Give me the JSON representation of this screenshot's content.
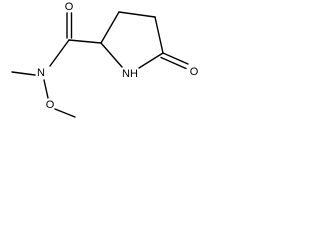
{
  "molecule": {
    "atoms": {
      "amide_oxygen": "O",
      "amide_nitrogen": "N",
      "methoxy_oxygen": "O",
      "ring_nitrogen": "NH",
      "lactam_oxygen": "O"
    },
    "colors": {
      "bond": "#000000",
      "label": "#000000",
      "background": "#ffffff"
    }
  }
}
